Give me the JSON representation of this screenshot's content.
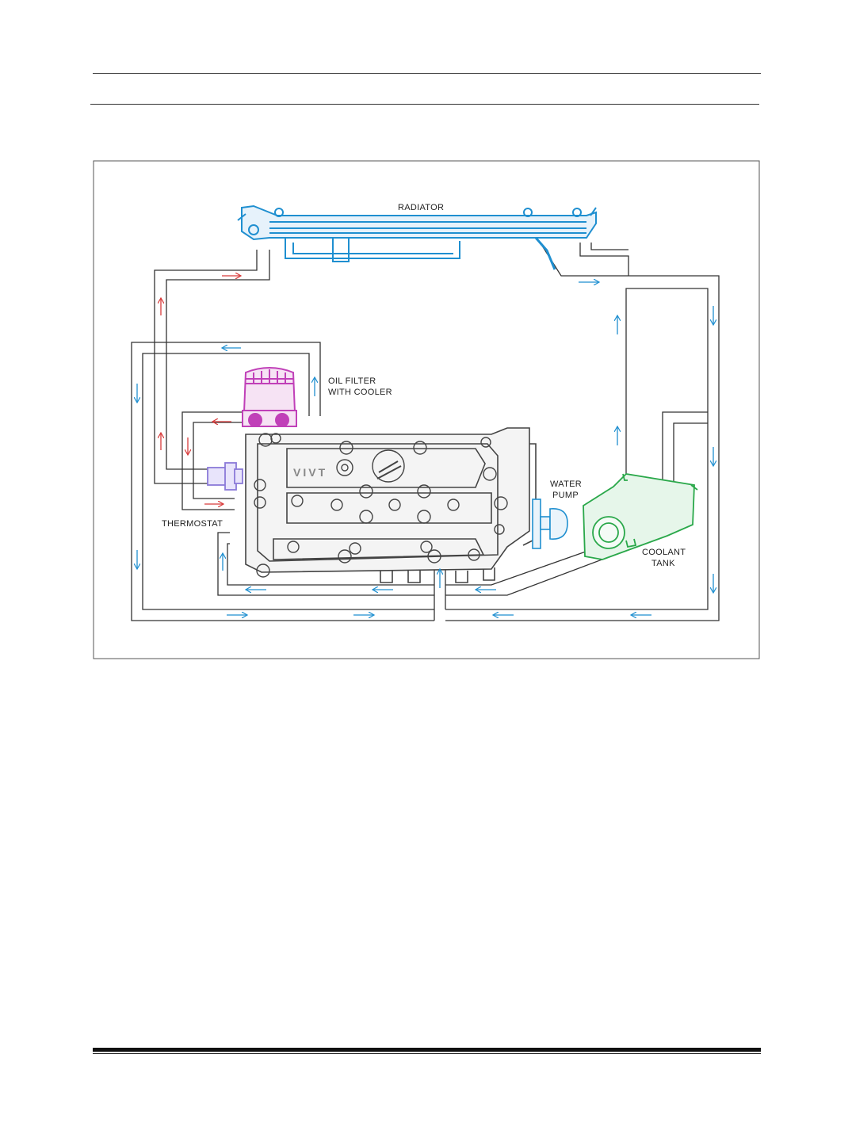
{
  "diagram": {
    "labels": {
      "radiator": "RADIATOR",
      "oil_filter_line1": "OIL FILTER",
      "oil_filter_line2": "WITH COOLER",
      "water_pump_line1": "WATER",
      "water_pump_line2": "PUMP",
      "thermostat": "THERMOSTAT",
      "coolant_tank_line1": "COOLANT",
      "coolant_tank_line2": "TANK",
      "engine_badge": "VIVT"
    },
    "colors": {
      "radiator": "#1f8fd0",
      "oil_filter": "#c040b8",
      "coolant_tank": "#2aa84a",
      "thermostat": "#8a7ad8",
      "hot_flow_arrow": "#d83a3a",
      "cool_flow_arrow": "#1f8fd0",
      "pipe": "#333333",
      "engine": "#444444"
    }
  }
}
